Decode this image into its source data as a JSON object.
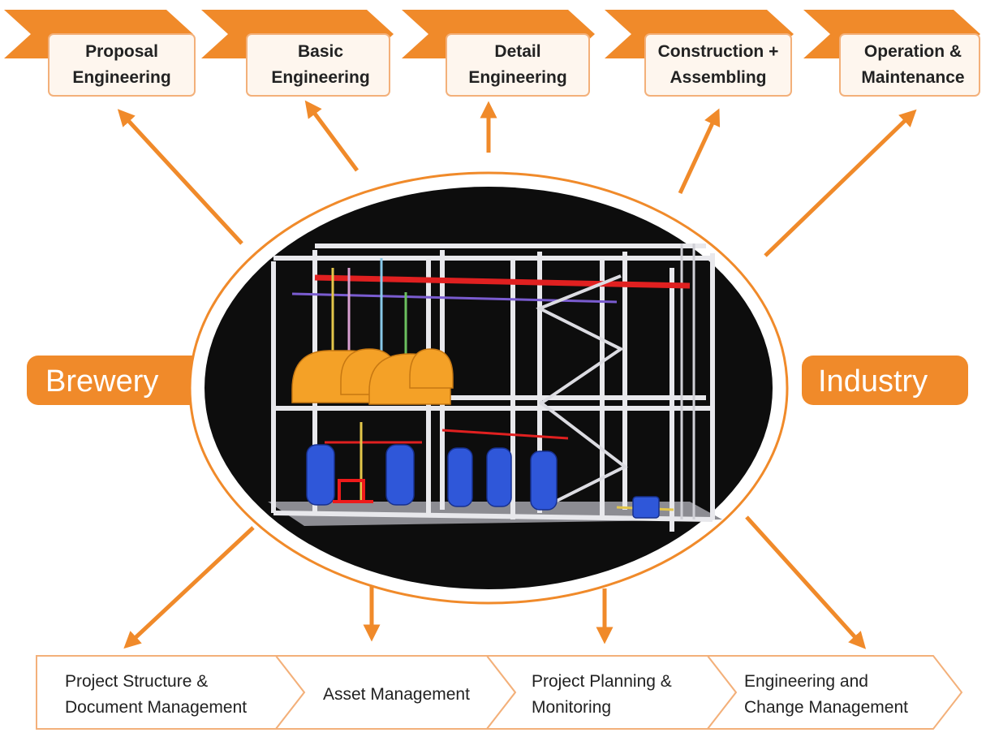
{
  "colors": {
    "accent": "#F08A2A",
    "accent_light": "#F9D4AE",
    "dark": "#111111"
  },
  "phases": [
    {
      "line1": "Proposal",
      "line2": "Engineering"
    },
    {
      "line1": "Basic",
      "line2": "Engineering"
    },
    {
      "line1": "Detail",
      "line2": "Engineering"
    },
    {
      "line1": "Construction +",
      "line2": "Assembling"
    },
    {
      "line1": "Operation &",
      "line2": "Maintenance"
    }
  ],
  "sides": {
    "left": "Brewery",
    "right": "Industry"
  },
  "center_image": {
    "icon": "brewery-plant-3d-model"
  },
  "management": [
    {
      "line1": "Project Structure &",
      "line2": "Document Management"
    },
    {
      "line1": "Asset Management",
      "line2": ""
    },
    {
      "line1": "Project Planning &",
      "line2": "Monitoring"
    },
    {
      "line1": "Engineering and",
      "line2": "Change Management"
    }
  ]
}
